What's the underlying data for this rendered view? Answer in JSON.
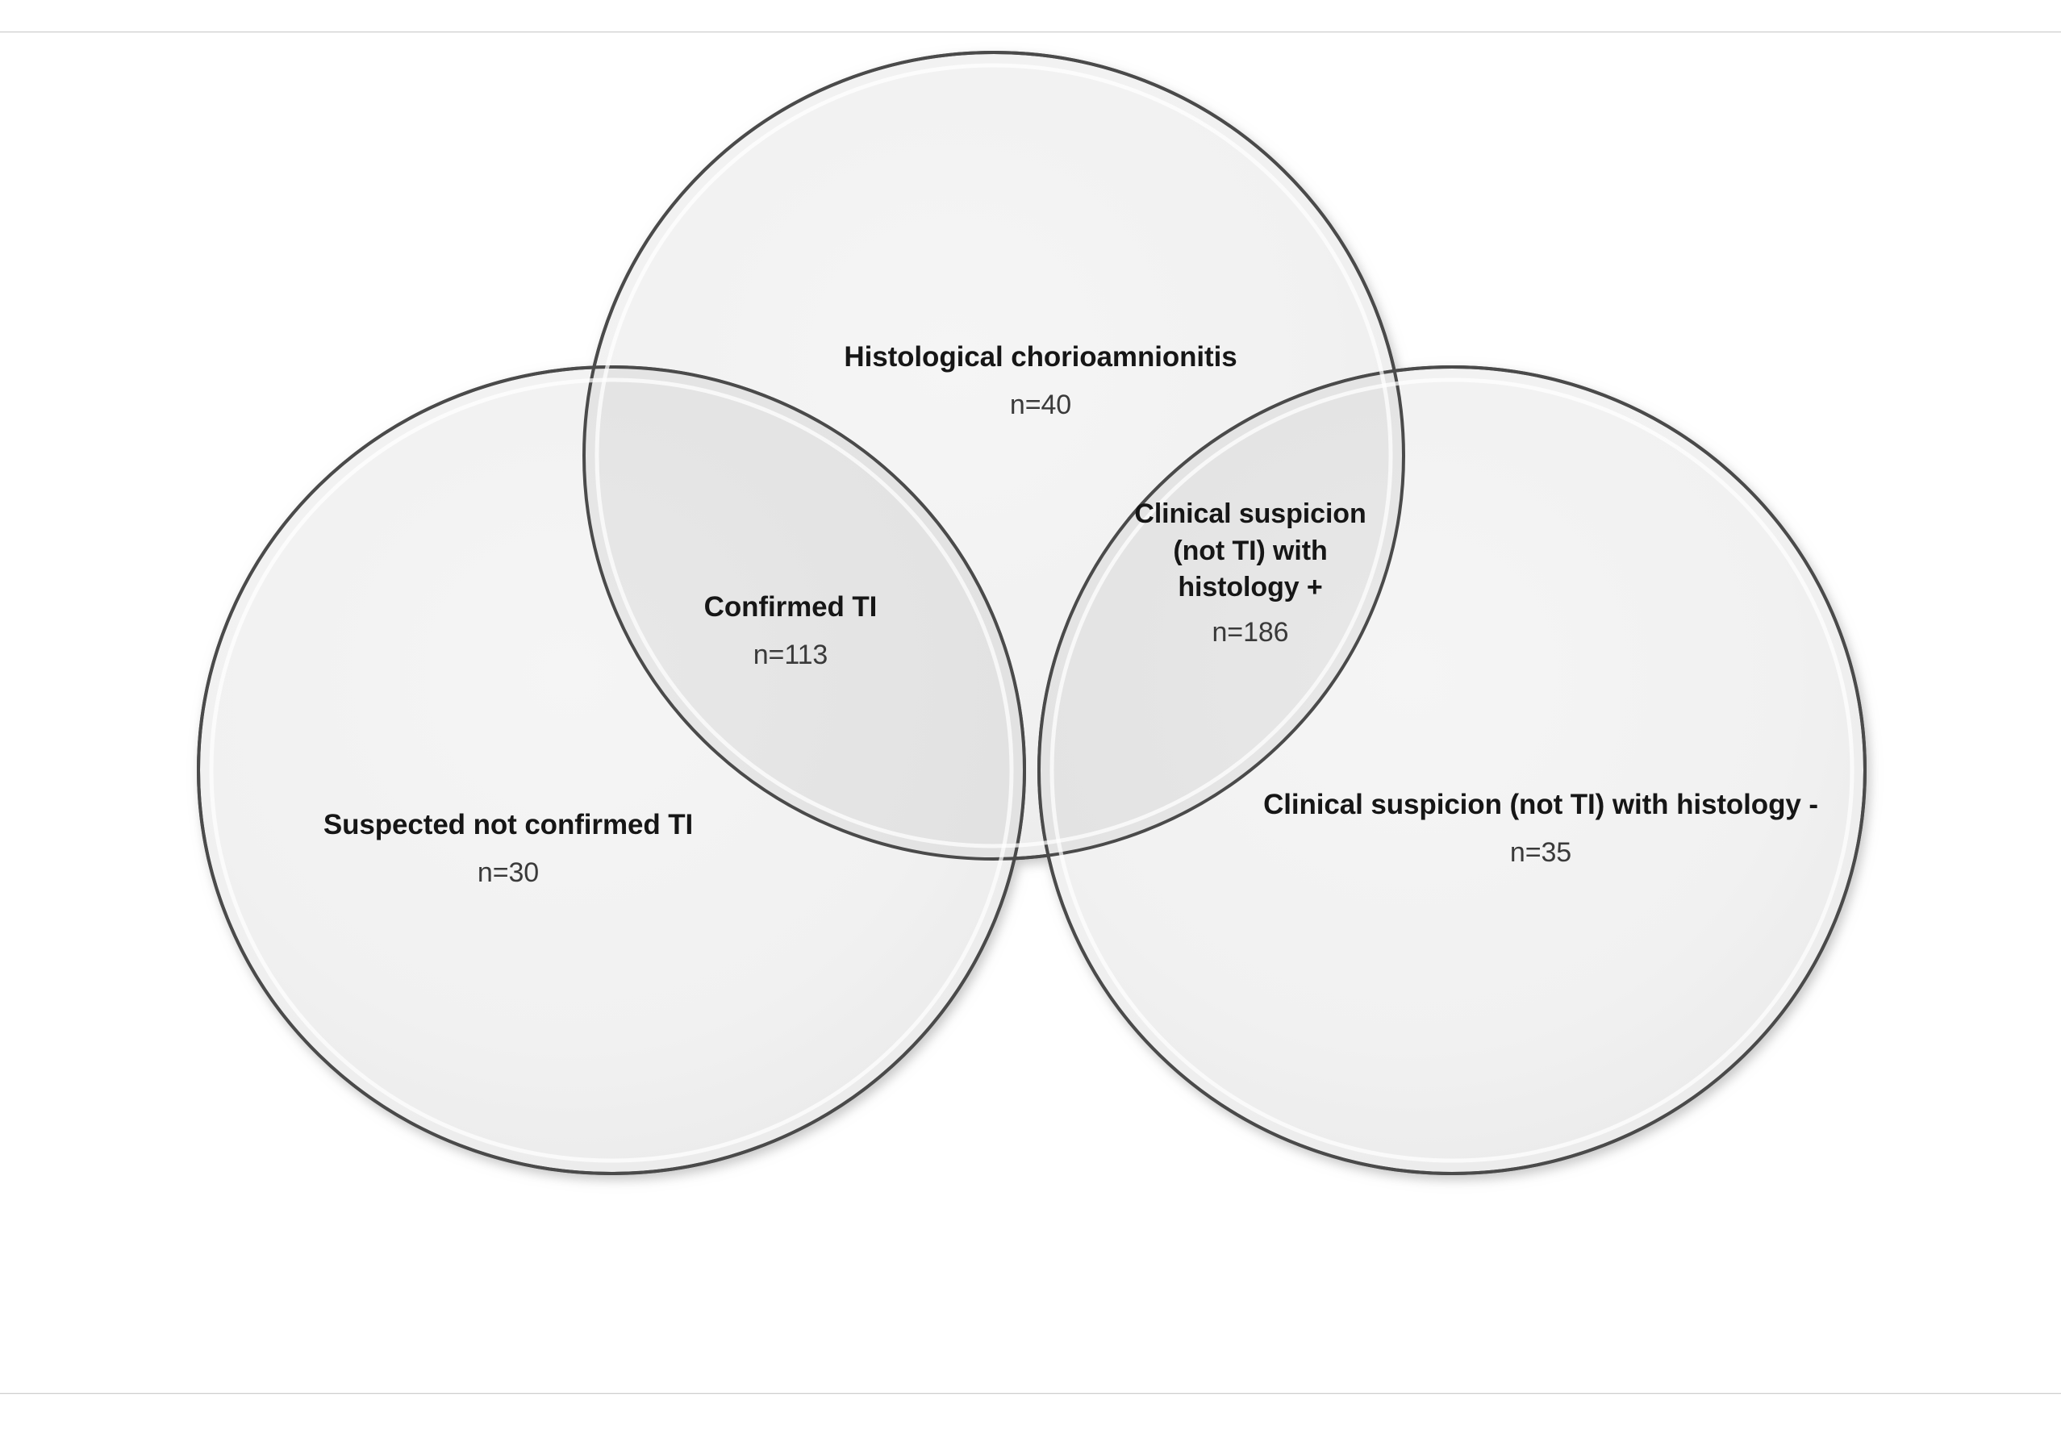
{
  "figure": {
    "type": "venn-diagram",
    "background_color": "#ffffff",
    "rule_color": "#cfcfcf",
    "circle_fill": "#f0f0f0",
    "circle_overlap_fill": "#e3e3e3",
    "circle_stroke": "#4a4a4a"
  },
  "regions": {
    "top": {
      "name": "histological-chorioamnionitis",
      "title": "Histological chorioamnionitis",
      "count": "n=40",
      "value": 40
    },
    "left": {
      "name": "suspected-not-confirmed-ti",
      "title": "Suspected not confirmed TI",
      "count": "n=30",
      "value": 30
    },
    "right": {
      "name": "clinical-suspicion-histology-negative",
      "title": "Clinical suspicion (not TI) with histology -",
      "count": "n=35",
      "value": 35
    },
    "center_left": {
      "name": "confirmed-ti",
      "title": "Confirmed TI",
      "count": "n=113",
      "value": 113
    },
    "center_right": {
      "name": "clinical-suspicion-histology-positive",
      "title": "Clinical suspicion (not TI) with histology +",
      "count": "n=186",
      "value": 186
    }
  },
  "chart_data": {
    "type": "venn",
    "title": "",
    "sets": [
      {
        "id": "histological",
        "label": "Histological chorioamnionitis",
        "exclusive_count": 40
      },
      {
        "id": "suspected",
        "label": "Suspected not confirmed TI",
        "exclusive_count": 30
      },
      {
        "id": "clinical_neg",
        "label": "Clinical suspicion (not TI) with histology -",
        "exclusive_count": 35
      }
    ],
    "intersections": [
      {
        "sets": [
          "suspected",
          "histological"
        ],
        "label": "Confirmed TI",
        "count": 113
      },
      {
        "sets": [
          "histological",
          "clinical_neg"
        ],
        "label": "Clinical suspicion (not TI) with histology +",
        "count": 186
      }
    ],
    "categories": [
      "Histological chorioamnionitis",
      "Suspected not confirmed TI",
      "Clinical suspicion (not TI) with histology -",
      "Confirmed TI",
      "Clinical suspicion (not TI) with histology +"
    ],
    "values": [
      40,
      30,
      35,
      113,
      186
    ],
    "xlabel": "",
    "ylabel": "",
    "legend": "none",
    "grid": false
  }
}
